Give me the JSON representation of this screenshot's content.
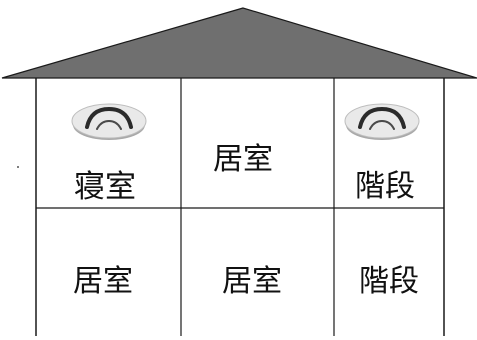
{
  "diagram": {
    "colors": {
      "roof_fill": "#6f6f6f",
      "roof_stroke": "#1a1a1a",
      "wall_stroke": "#1a1a1a",
      "detector_body": "#e9e9e9",
      "detector_shadow": "#a9a9a9",
      "detector_dark": "#2b2b2b",
      "label_text": "#111111"
    },
    "rooms": {
      "top_left": {
        "label": "寝室",
        "has_detector": true
      },
      "top_middle": {
        "label": "居室",
        "has_detector": false
      },
      "top_right": {
        "label": "階段",
        "has_detector": true
      },
      "bottom_left": {
        "label": "居室",
        "has_detector": false
      },
      "bottom_middle": {
        "label": "居室",
        "has_detector": false
      },
      "bottom_right": {
        "label": "階段",
        "has_detector": false
      }
    },
    "icons": {
      "detector": "smoke-detector-icon"
    }
  }
}
